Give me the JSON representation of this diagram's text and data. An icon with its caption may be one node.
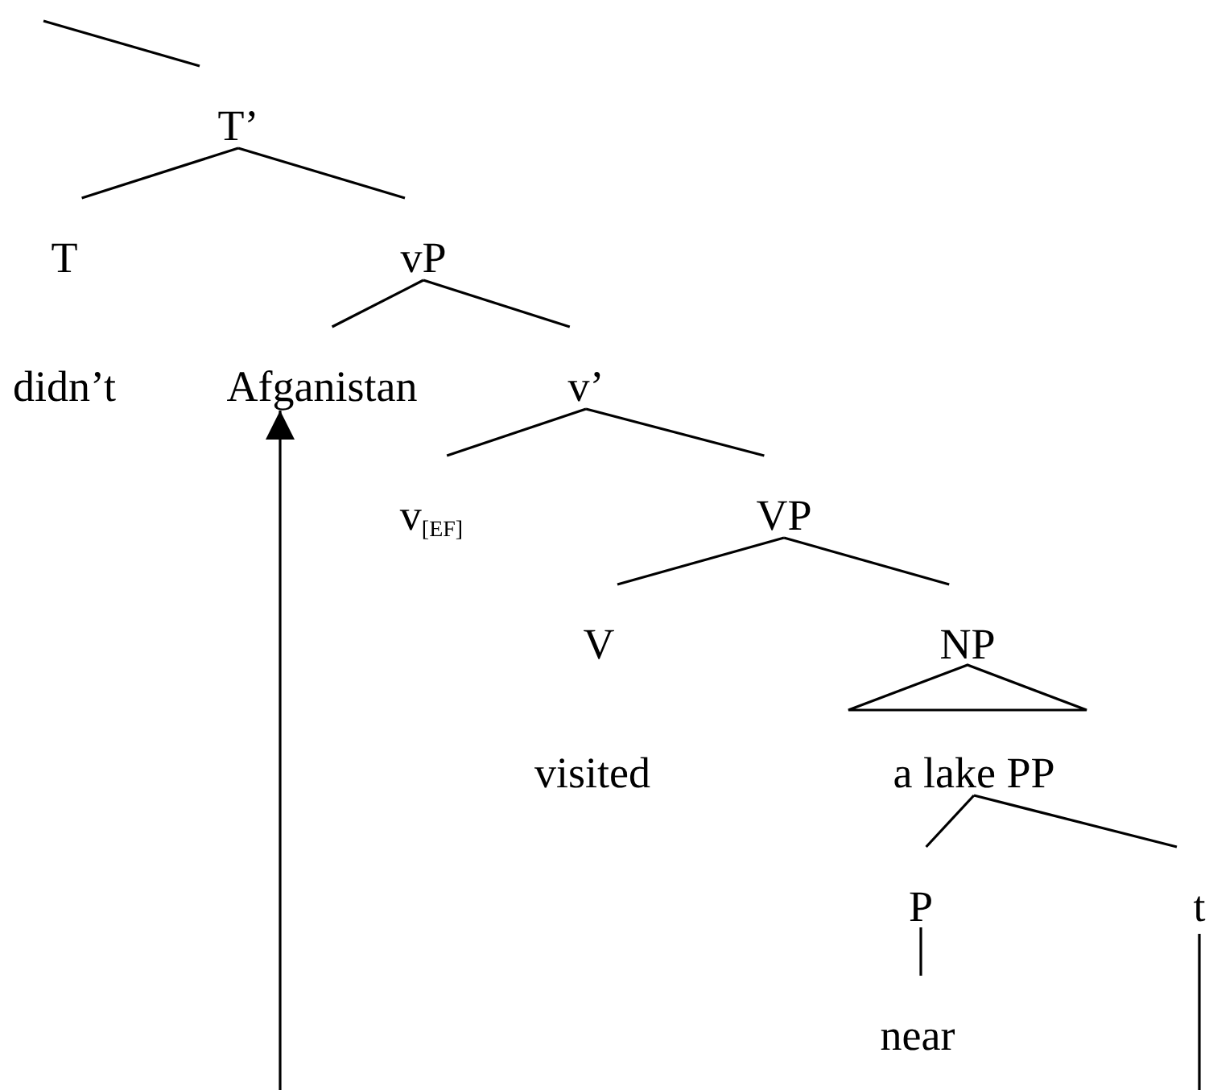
{
  "diagram": {
    "nodes": [
      {
        "text": [
          "T’"
        ]
      },
      {
        "text": [
          "T"
        ]
      },
      {
        "text": [
          "vP"
        ]
      },
      {
        "text": [
          "Afganistan"
        ]
      },
      {
        "text": [
          "v’"
        ]
      },
      {
        "text": [
          "v$_{[EF]}$"
        ]
      },
      {
        "text": [
          "VP"
        ]
      },
      {
        "text": [
          "V"
        ]
      },
      {
        "text": [
          "NP"
        ]
      },
      {
        "text": [
          "a lake PP"
        ]
      },
      {
        "text": [
          "P"
        ]
      },
      {
        "text": [
          "t"
        ]
      },
      {
        "text": [
          "near"
        ]
      }
    ],
    "edges": [
      {
        "from": null,
        "to": 0,
        "arrow": "none"
      },
      {
        "from": 0,
        "to": 1,
        "arrow": "none"
      },
      {
        "from": 0,
        "to": 2,
        "arrow": "none"
      },
      {
        "from": 2,
        "to": 3,
        "arrow": "none"
      },
      {
        "from": 2,
        "to": 4,
        "arrow": "none"
      },
      {
        "from": 4,
        "to": 5,
        "arrow": "none"
      },
      {
        "from": 4,
        "to": 6,
        "arrow": "none"
      },
      {
        "from": 6,
        "to": 7,
        "arrow": "none"
      },
      {
        "from": 6,
        "to": 8,
        "arrow": "none"
      },
      {
        "from": 8,
        "to": 9,
        "arrow": "none"
      },
      {
        "from": 9,
        "to": 10,
        "arrow": "none"
      },
      {
        "from": 9,
        "to": 11,
        "arrow": "none"
      },
      {
        "from": 10,
        "to": 12,
        "arrow": "none"
      },
      {
        "from": 11,
        "to": 3,
        "arrow": "to"
      }
    ],
    "labels": [
      "didn’t",
      "visited"
    ]
  }
}
